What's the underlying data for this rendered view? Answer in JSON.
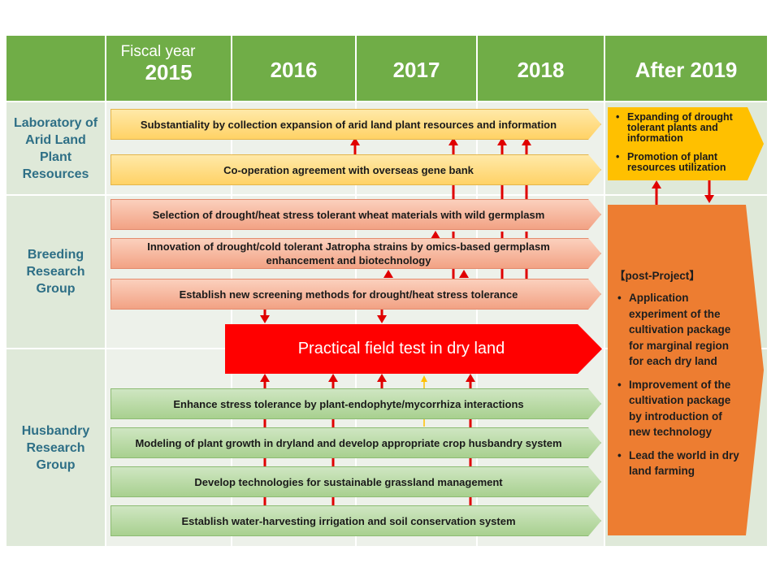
{
  "header": {
    "fiscal_label": "Fiscal year",
    "years": [
      "2015",
      "2016",
      "2017",
      "2018",
      "After 2019"
    ]
  },
  "rows": [
    {
      "label": "Laboratory of Arid Land Plant Resources"
    },
    {
      "label": "Breeding Research Group"
    },
    {
      "label": "Husbandry Research Group"
    }
  ],
  "tasks": {
    "lab": [
      "Substantiality by collection expansion of arid land plant resources and information",
      "Co-operation agreement with overseas gene bank"
    ],
    "breeding": [
      "Selection of drought/heat stress tolerant wheat materials with wild germplasm",
      "Innovation of drought/cold tolerant Jatropha strains by omics-based germplasm enhancement and biotechnology",
      "Establish new screening methods for drought/heat stress tolerance"
    ],
    "field_test": "Practical field test in dry land",
    "husbandry": [
      "Enhance stress tolerance by plant-endophyte/mycorrhiza interactions",
      "Modeling of plant growth in dryland and develop appropriate crop husbandry system",
      "Develop technologies for sustainable grassland management",
      "Establish water-harvesting irrigation and soil conservation system"
    ]
  },
  "after": {
    "lab_box": [
      "Expanding of drought tolerant plants and information",
      "Promotion of plant resources utilization"
    ],
    "post_title": "【post-Project】",
    "post_items": [
      "Application experiment of the cultivation package for marginal region for each dry land",
      "Improvement of the cultivation package by introduction of new technology",
      "Lead the world in dry land farming"
    ]
  },
  "colors": {
    "header_green": "#70ad47",
    "label_text": "#2e6f86",
    "field_test_red": "#ff0000",
    "post_orange": "#ed7d31",
    "lab_after_gold": "#ffc000",
    "connector_red": "#e00000",
    "connector_gold": "#ffc000"
  }
}
